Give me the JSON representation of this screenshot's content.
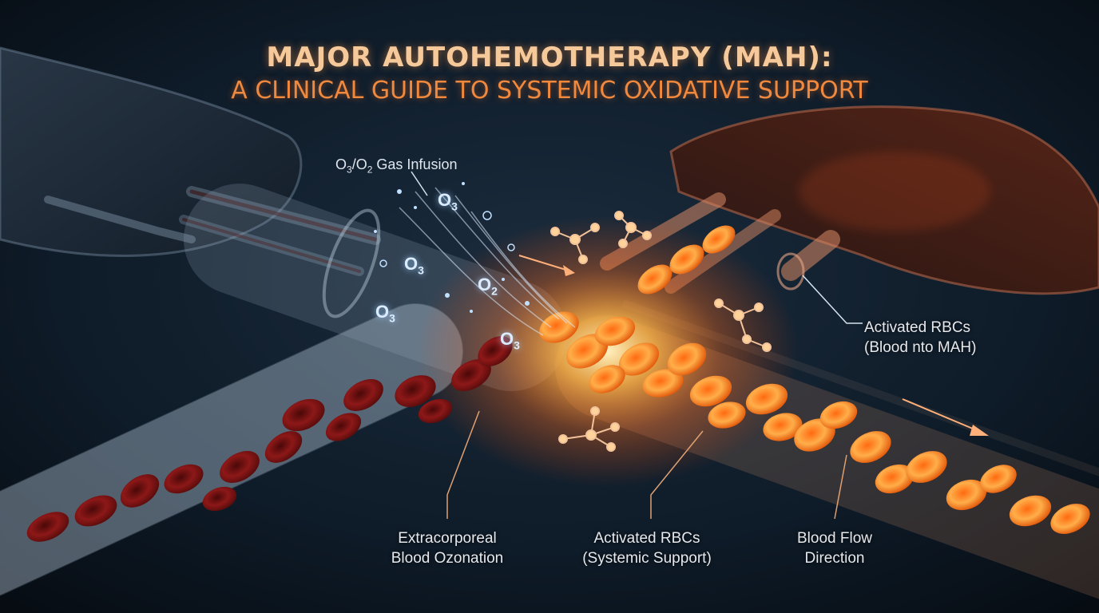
{
  "title": {
    "line1": "MAJOR AUTOHEMOTHERAPY (MAH):",
    "line2": "A CLINICAL GUIDE TO SYSTEMIC OXIDATIVE SUPPORT"
  },
  "gas_label": {
    "prefix": "O",
    "sub1": "3",
    "slash": "/O",
    "sub2": "2",
    "suffix": " Gas Infusion"
  },
  "molecule_labels": [
    {
      "base": "O",
      "sub": "3"
    },
    {
      "base": "O",
      "sub": "3"
    },
    {
      "base": "O",
      "sub": "2"
    },
    {
      "base": "O",
      "sub": "3"
    },
    {
      "base": "O",
      "sub": "3"
    }
  ],
  "callouts": {
    "activated_top": {
      "line1": "Activated RBCs",
      "line2": "(Blood nto MAH)"
    },
    "ozonation": {
      "line1": "Extracorporeal",
      "line2": "Blood Ozonation"
    },
    "activated_bottom": {
      "line1": "Activated RBCs",
      "line2": "(Systemic Support)"
    },
    "flow": {
      "line1": "Blood Flow",
      "line2": "Direction"
    }
  },
  "colors": {
    "background": "#0b1520",
    "title_primary": "#f6c99a",
    "title_secondary": "#f0893d",
    "rbc_dark": "#7a1414",
    "rbc_active": "#ff7a22",
    "tube_glass": "#9fb6c8"
  }
}
